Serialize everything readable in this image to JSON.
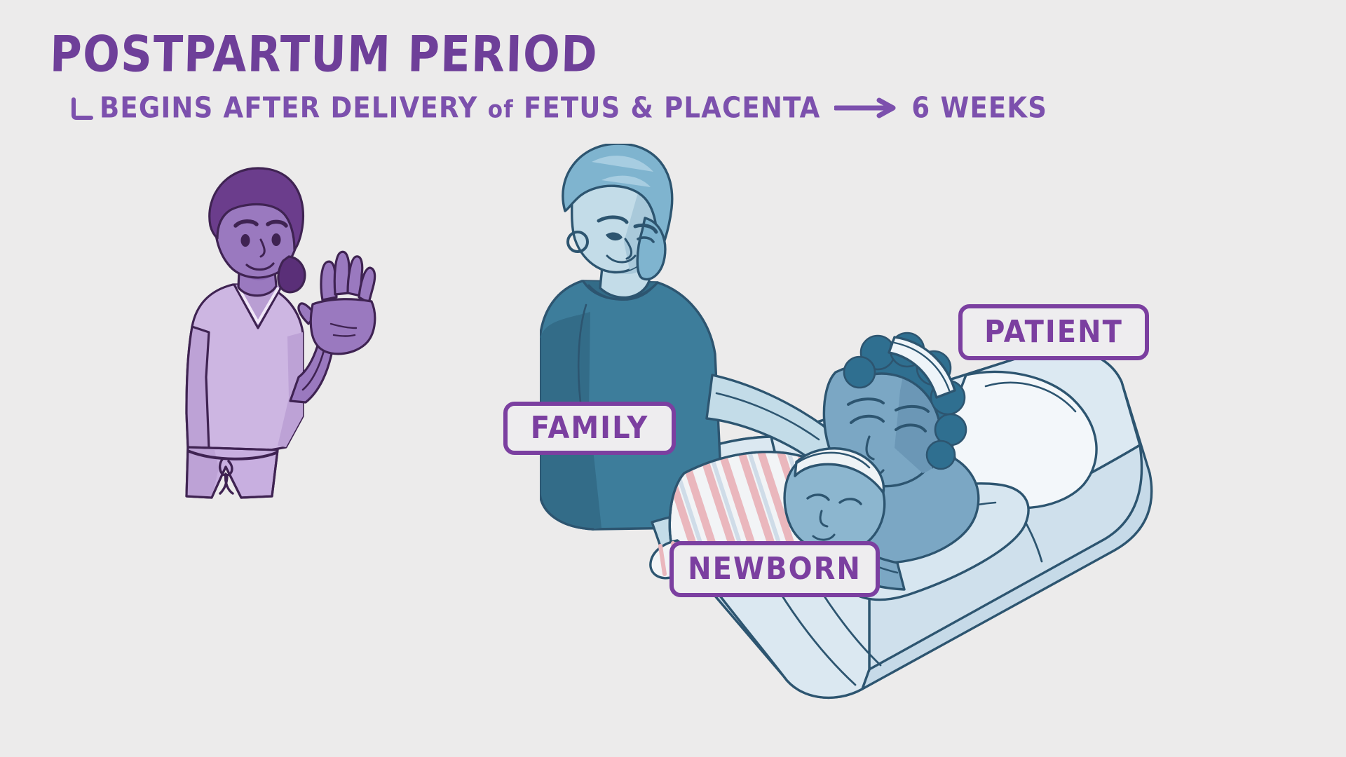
{
  "slide": {
    "background_color": "#ecebeb",
    "accent_color": "#7b3fa0",
    "title": "POSTPARTUM PERIOD",
    "subtitle": {
      "elbow_icon": "elbow-bracket-icon",
      "text_before": "BEGINS AFTER DELIVERY",
      "lowercase_word": "of",
      "text_after": "FETUS & PLACENTA",
      "arrow_icon": "right-arrow-icon",
      "duration": "6 WEEKS"
    }
  },
  "callouts": [
    {
      "id": "patient",
      "label": "PATIENT"
    },
    {
      "id": "family",
      "label": "FAMILY"
    },
    {
      "id": "newborn",
      "label": "NEWBORN"
    }
  ],
  "illustrations": {
    "nurse": {
      "name": "waving-nurse-illustration",
      "description": "Nurse in light purple scrubs waving",
      "skin": "#9a79bf",
      "skin_shadow": "#8a66b2",
      "hair": "#6b3d8c",
      "hair_dark": "#5a2f78",
      "scrubs": "#cdb6e2",
      "scrubs_shadow": "#bda2d6",
      "outline": "#3f2352"
    },
    "family_member": {
      "name": "family-member-illustration",
      "description": "Family member in teal shirt leaning over bed",
      "skin": "#c3dce8",
      "skin_shadow": "#a9c9da",
      "hair": "#7fb4cf",
      "hair_light": "#a7cde1",
      "shirt": "#3d7d9b",
      "shirt_shadow": "#336c88",
      "bracelet": "#9b4fa8",
      "outline": "#2d5570"
    },
    "patient": {
      "name": "patient-in-bed-illustration",
      "description": "Patient resting in hospital bed holding newborn",
      "skin": "#7ba7c4",
      "skin_shadow": "#6b97b6",
      "hair": "#2f6f90",
      "gown": "#cfe2ee",
      "outline": "#2d5570"
    },
    "newborn": {
      "name": "newborn-illustration",
      "description": "Swaddled newborn in pink striped blanket with white cap",
      "skin": "#8cb6cf",
      "blanket_base": "#f2f4f6",
      "blanket_stripe": "#eab7bd",
      "cap": "#eef3f6",
      "outline": "#2d5570"
    },
    "bed": {
      "name": "hospital-bed-illustration",
      "mattress": "#c6dae8",
      "mattress_light": "#dce9f2",
      "sheet": "#e9f1f6",
      "pillow": "#f3f7fa",
      "outline": "#2d5570"
    }
  }
}
